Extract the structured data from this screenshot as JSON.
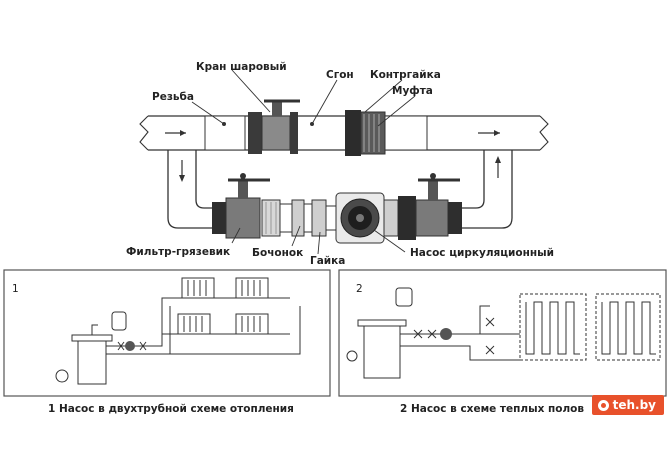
{
  "top_labels": {
    "rezba": "Резьба",
    "kran": "Кран шаровый",
    "sgon": "Сгон",
    "kontrgaika": "Контргайка",
    "mufta": "Муфта",
    "filtr": "Фильтр-грязевик",
    "bochonok": "Бочонок",
    "gaika": "Гайка",
    "nasos": "Насос циркуляционный"
  },
  "panel1": {
    "number": "1",
    "caption": "1 Насос в двухтрубной схеме отопления"
  },
  "panel2": {
    "number": "2",
    "caption": "2 Насос в схеме теплых полов"
  },
  "watermark": {
    "text": "teh.by",
    "color": "#e8512b"
  },
  "colors": {
    "line": "#333333",
    "metal": "#6a6a6a",
    "dark": "#2a2a2a",
    "panel_border": "#555555"
  }
}
